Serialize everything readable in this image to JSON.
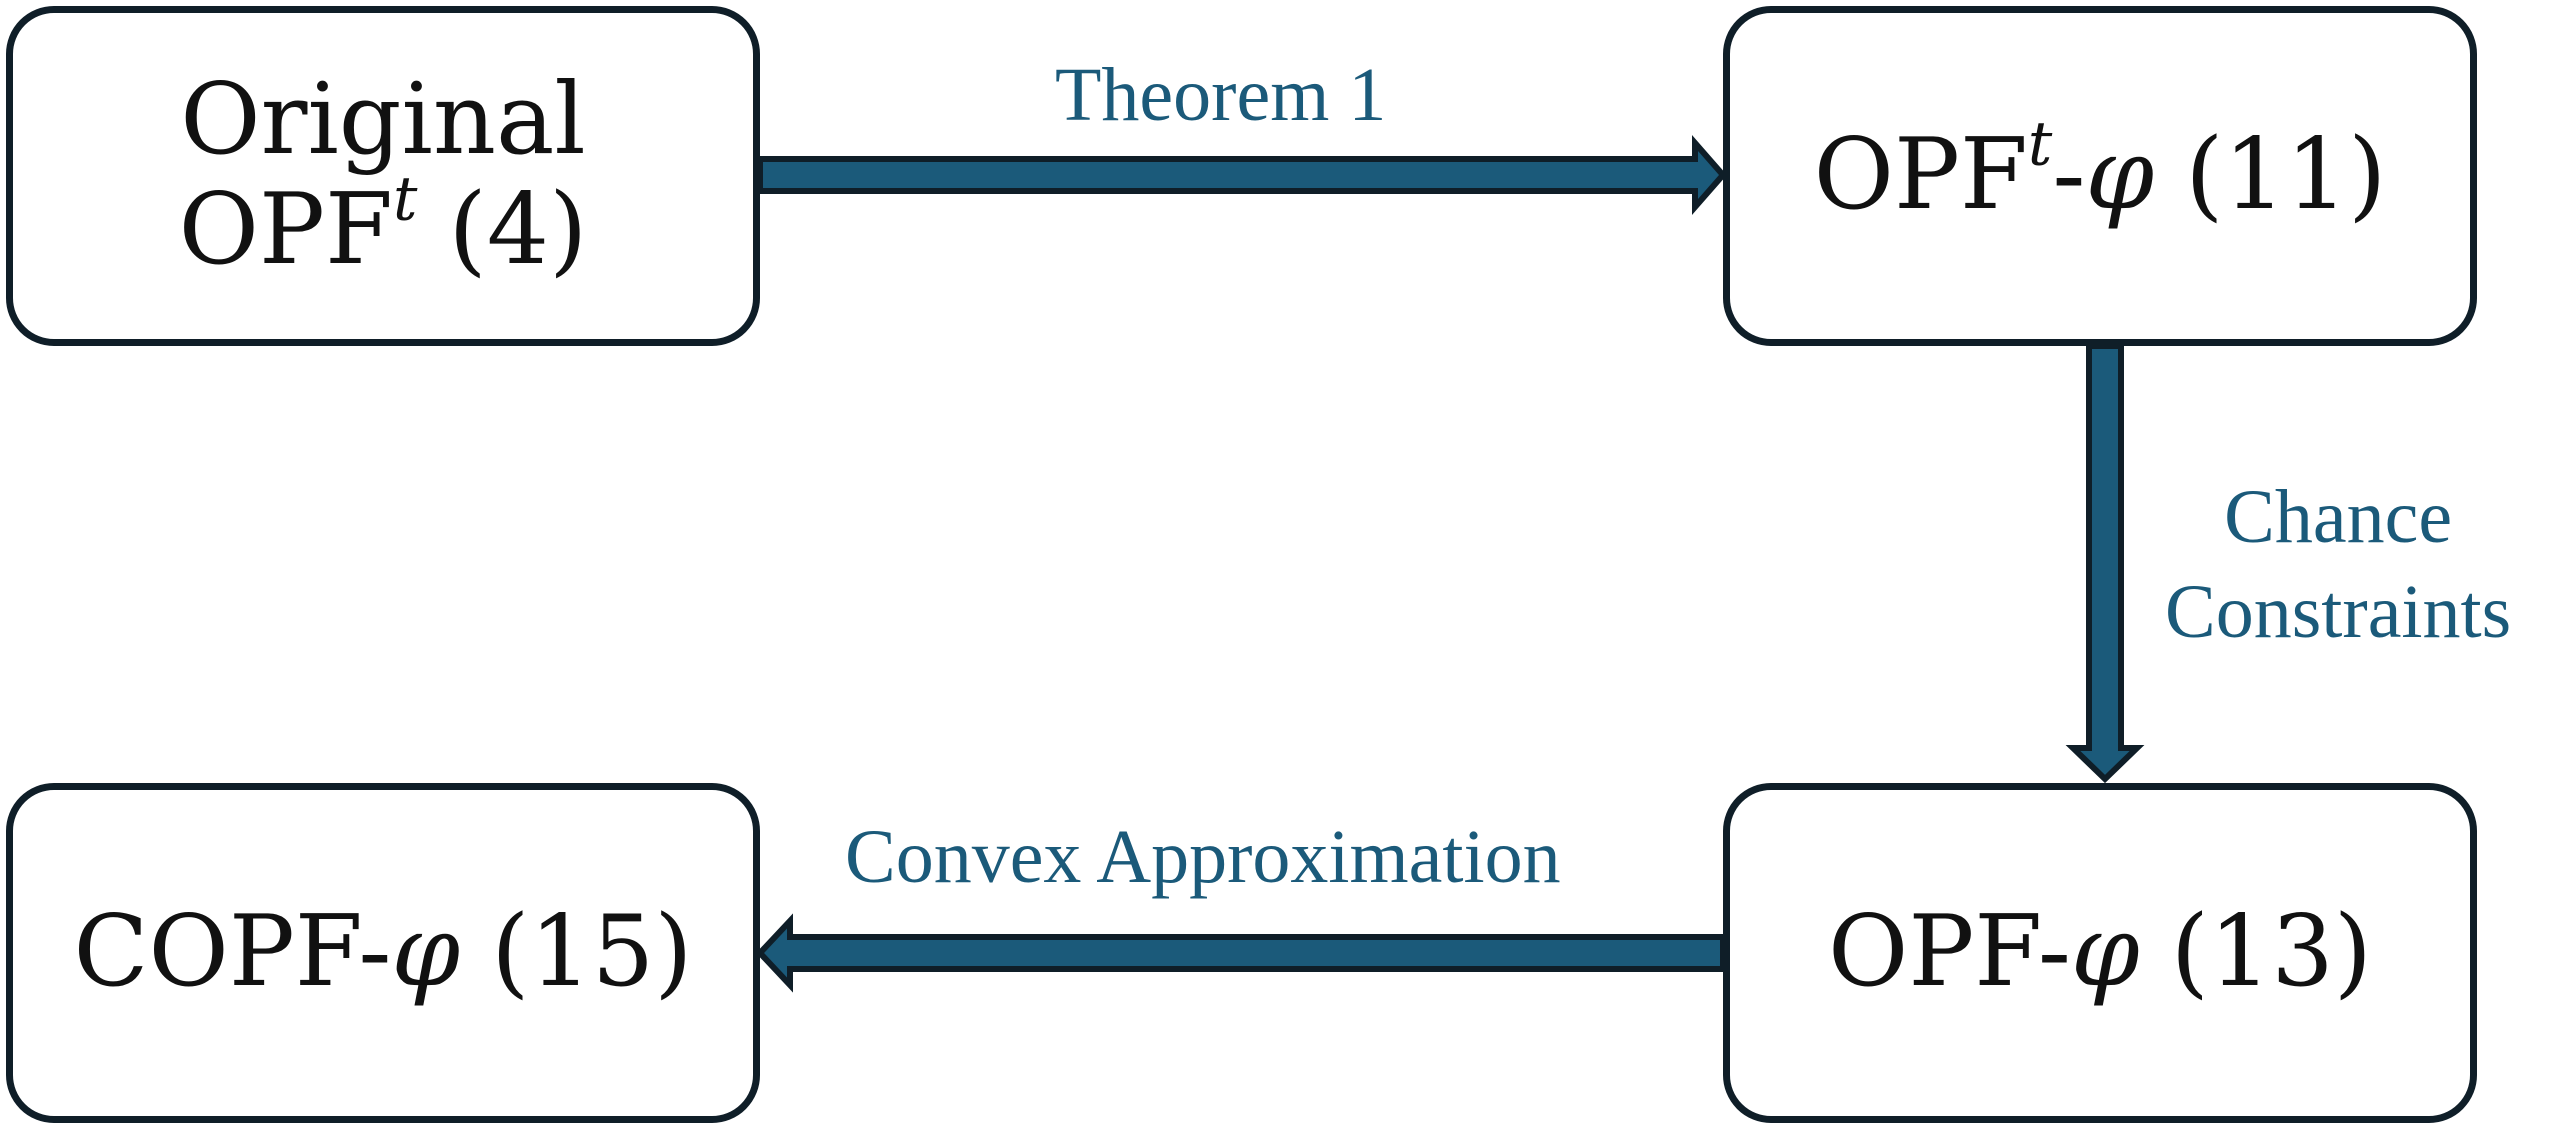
{
  "nodes": {
    "original": {
      "line1": "Original",
      "line2_prefix": "OPF",
      "line2_sup": "t",
      "line2_suffix": " (4)"
    },
    "opft_phi": {
      "prefix": "OPF",
      "sup": "t",
      "dash": "-",
      "symbol": "φ",
      "suffix": " (11)"
    },
    "opf_phi": {
      "prefix": "OPF-",
      "symbol": "φ",
      "suffix": " (13)"
    },
    "copf_phi": {
      "prefix": "COPF-",
      "symbol": "φ",
      "suffix": " (15)"
    }
  },
  "edges": {
    "theorem1": {
      "label": "Theorem 1"
    },
    "chance": {
      "line1": "Chance",
      "line2": "Constraints"
    },
    "convex": {
      "label": "Convex Approximation"
    }
  },
  "colors": {
    "arrow_fill": "#1b5a7a",
    "arrow_stroke": "#0f1e28",
    "label_text": "#1b5a7a",
    "box_border": "#0f1e28"
  }
}
